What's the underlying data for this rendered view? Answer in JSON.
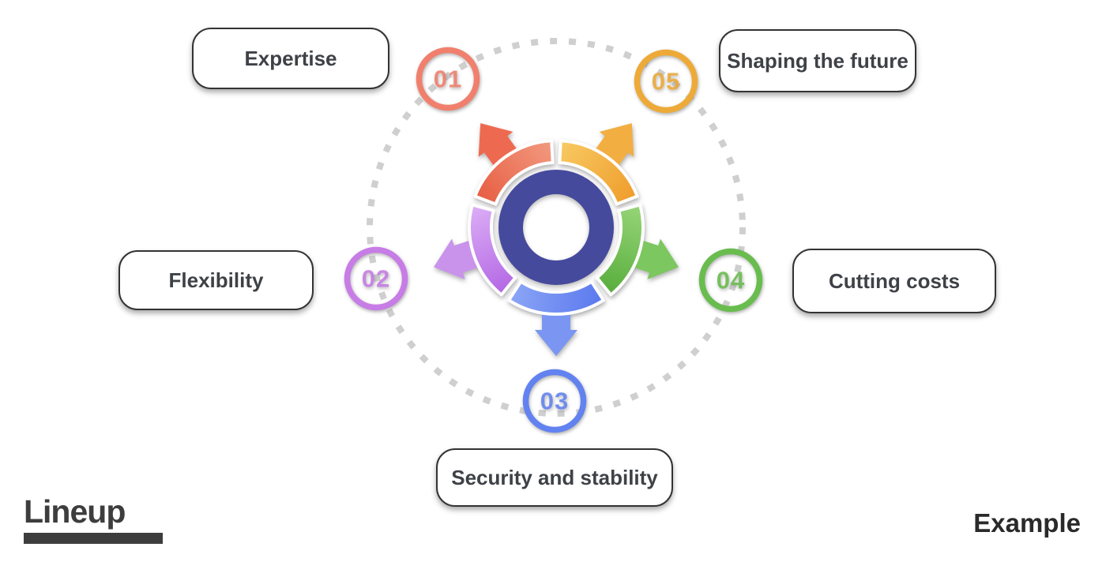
{
  "title": "Five-step cycle infographic",
  "items": [
    {
      "number": "01",
      "label": "Expertise",
      "ring_color": "#f0806d",
      "arrow_color": "#ed6a50",
      "grad_from": "#f29a80",
      "grad_to": "#e65a3e"
    },
    {
      "number": "02",
      "label": "Flexibility",
      "ring_color": "#c77ce6",
      "arrow_color": "#c993ec",
      "grad_from": "#dcaef6",
      "grad_to": "#b164e3"
    },
    {
      "number": "03",
      "label": "Security and stability",
      "ring_color": "#6282f0",
      "arrow_color": "#7b95f2",
      "grad_from": "#8da7f6",
      "grad_to": "#5a78ee"
    },
    {
      "number": "04",
      "label": "Cutting costs",
      "ring_color": "#69bc4e",
      "arrow_color": "#7cc75f",
      "grad_from": "#97d578",
      "grad_to": "#56ac3b"
    },
    {
      "number": "05",
      "label": "Shaping the future",
      "ring_color": "#edaa38",
      "arrow_color": "#f2ae41",
      "grad_from": "#f8ca63",
      "grad_to": "#ee9a28"
    }
  ],
  "diagram": {
    "core_ring_color": "#454a9c",
    "orbit_color": "#cfcfcf",
    "segment_casing_color": "#ffffff"
  },
  "footer": {
    "logo_text": "Lineup",
    "watermark": "Example"
  }
}
